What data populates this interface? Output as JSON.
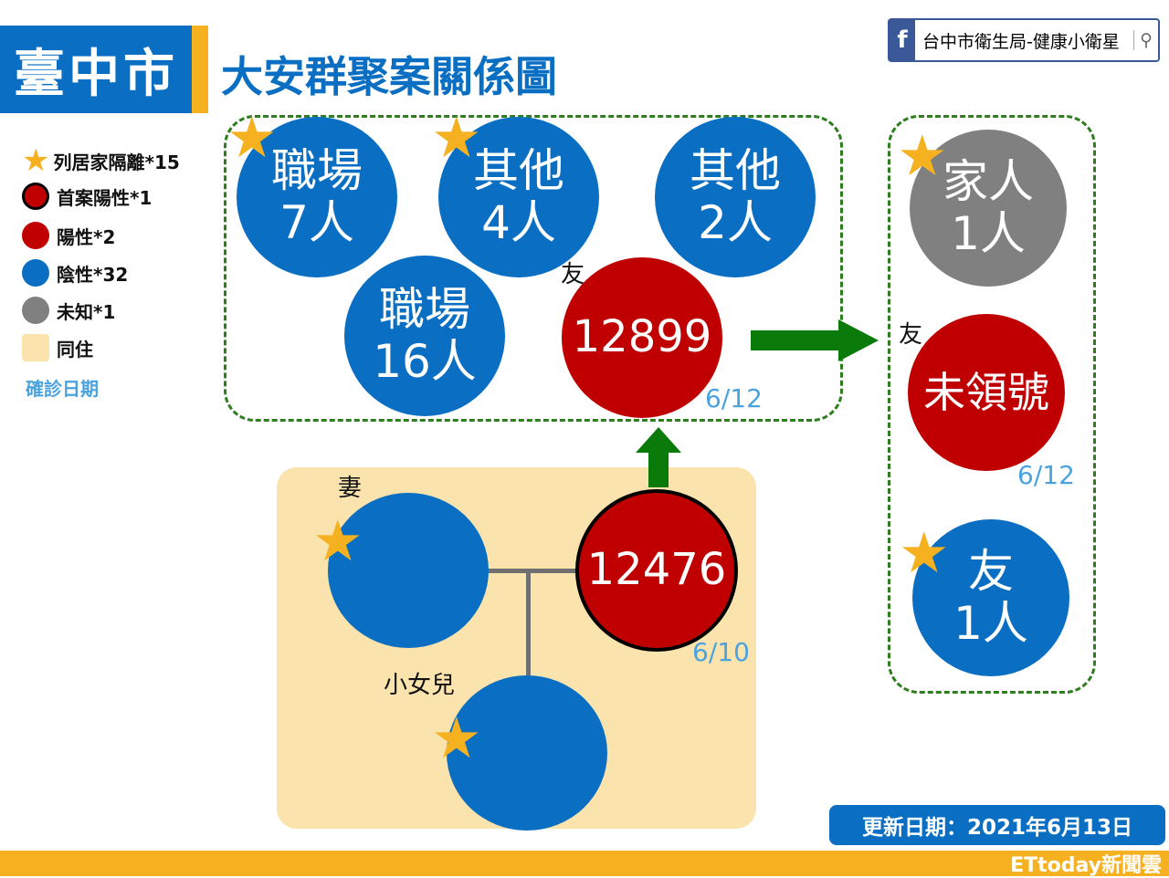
{
  "header": {
    "city": "臺中市",
    "title": "大安群聚案關係圖"
  },
  "fb_badge": {
    "icon": "facebook-icon",
    "label": "台中市衛生局-健康小衛星",
    "search_icon": "search-icon"
  },
  "legend": [
    {
      "label": "列居家隔離*15",
      "icon": "star"
    },
    {
      "label": "首案陽性*1",
      "icon": "red-black-circle"
    },
    {
      "label": "陽性*2",
      "icon": "red-circle"
    },
    {
      "label": "陰性*32",
      "icon": "blue-circle"
    },
    {
      "label": "未知*1",
      "icon": "gray-circle"
    },
    {
      "label": "同住",
      "icon": "beige-square"
    },
    {
      "label": "確診日期",
      "icon": "none"
    }
  ],
  "nodes": {
    "work7": {
      "line1": "職場",
      "line2": "7人"
    },
    "other4": {
      "line1": "其他",
      "line2": "4人"
    },
    "other2": {
      "line1": "其他",
      "line2": "2人"
    },
    "work16": {
      "line1": "職場",
      "line2": "16人"
    },
    "case12899": {
      "label": "12899",
      "relation": "友",
      "date": "6/12"
    },
    "family1": {
      "line1": "家人",
      "line2": "1人"
    },
    "unnumbered": {
      "label": "未領號",
      "relation": "友",
      "date": "6/12"
    },
    "friend1": {
      "line1": "友",
      "line2": "1人"
    },
    "case12476": {
      "label": "12476",
      "date": "6/10"
    },
    "wife": {
      "relation": "妻"
    },
    "daughter": {
      "relation": "小女兒"
    }
  },
  "footer": {
    "update": "更新日期：2021年6月13日",
    "brand": "ETtoday新聞雲"
  },
  "colors": {
    "blue": "#0a6fc2",
    "red": "#c00000",
    "gray": "#808080",
    "star": "#f5b120",
    "green": "#0a7a0a",
    "beige": "#fbe3ad"
  }
}
